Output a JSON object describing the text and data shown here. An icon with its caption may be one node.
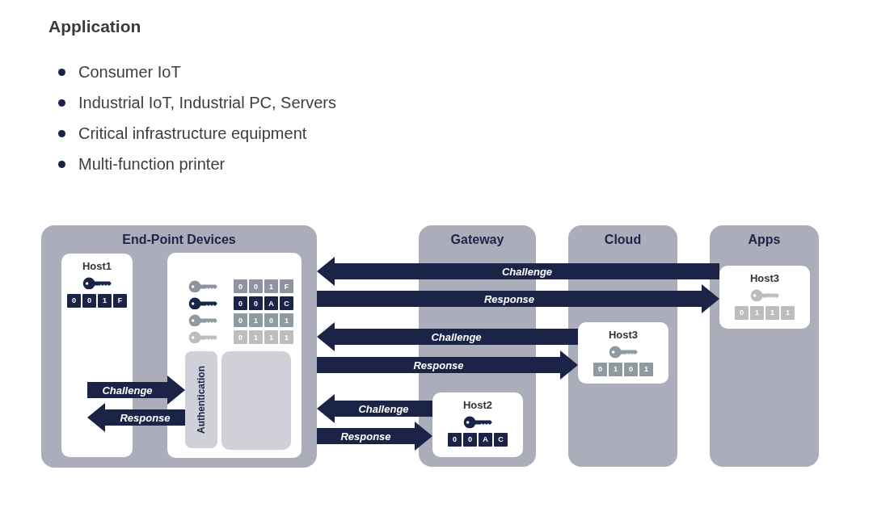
{
  "diagram": {
    "title": "Application",
    "nodes": [
      {
        "text": [
          "End-Point Devices"
        ]
      },
      {
        "text": [
          "Host1",
          "0",
          "0",
          "1",
          "F"
        ],
        "in": 0
      },
      {
        "text": [
          "0",
          "0",
          "1",
          "F",
          "0",
          "0",
          "A",
          "C",
          "0",
          "1",
          "0",
          "1",
          "0",
          "1",
          "1",
          "1"
        ],
        "in": 0
      },
      {
        "text": [
          "Authentication"
        ],
        "in": 2
      },
      {
        "text": [],
        "shape": "box",
        "in": 2
      },
      {
        "text": [
          "Gateway"
        ]
      },
      {
        "text": [
          "Host2",
          "0",
          "0",
          "A",
          "C"
        ],
        "in": 5
      },
      {
        "text": [
          "Cloud"
        ]
      },
      {
        "text": [
          "Host3",
          "0",
          "1",
          "0",
          "1"
        ],
        "in": 7
      },
      {
        "text": [
          "Apps"
        ]
      },
      {
        "text": [
          "Host3",
          "0",
          "1",
          "1",
          "1"
        ],
        "in": 9
      }
    ],
    "edges": [
      {
        "from": 1,
        "to": 3,
        "arrow": "to",
        "label": "Challenge"
      },
      {
        "from": 3,
        "to": 1,
        "arrow": "to",
        "label": "Response"
      },
      {
        "from": 6,
        "to": 0,
        "arrow": "to",
        "label": "Challenge"
      },
      {
        "from": 0,
        "to": 6,
        "arrow": "to",
        "label": "Response"
      },
      {
        "from": 8,
        "to": 0,
        "arrow": "to",
        "label": "Challenge"
      },
      {
        "from": 0,
        "to": 8,
        "arrow": "to",
        "label": "Response"
      },
      {
        "from": 10,
        "to": 0,
        "arrow": "to",
        "label": "Challenge"
      },
      {
        "from": 0,
        "to": 10,
        "arrow": "to",
        "label": "Response"
      }
    ],
    "labels": [
      "Consumer IoT",
      "Industrial IoT, Industrial PC, Servers",
      "Critical infrastructure equipment",
      "Multi-function printer"
    ]
  }
}
